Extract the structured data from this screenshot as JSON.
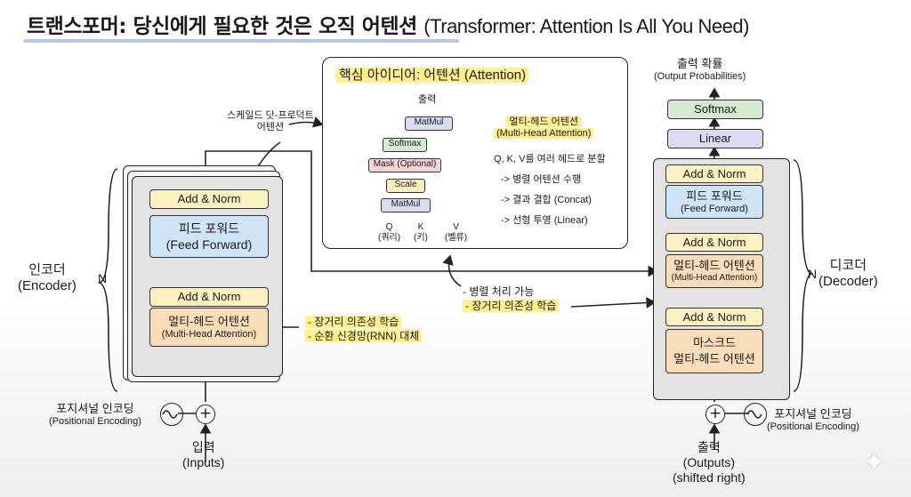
{
  "title": {
    "ko": "트랜스포머: 당신에게 필요한 것은 오직 어텐션",
    "en": "(Transformer: Attention Is All You Need)"
  },
  "encoder": {
    "label_ko": "인코더",
    "label_en": "(Encoder)",
    "n": "N",
    "add_norm_top": "Add & Norm",
    "ff_ko": "피드 포워드",
    "ff_en": "(Feed Forward)",
    "add_norm_bottom": "Add & Norm",
    "mha_ko": "멀티-헤드 어텐션",
    "mha_en": "(Multi-Head Attention)",
    "note1": "- 장거리 의존성 학습",
    "note2": "- 순환 신경망(RNN) 대체",
    "pe_ko": "포지셔널 인코딩",
    "pe_en": "(Positional Encoding)",
    "input_ko": "입력",
    "input_en": "(Inputs)"
  },
  "decoder": {
    "label_ko": "디코더",
    "label_en": "(Decoder)",
    "n": "N",
    "output_prob_ko": "출력 확률",
    "output_prob_en": "(Output Probabilities)",
    "softmax": "Softmax",
    "linear": "Linear",
    "add_norm_1": "Add & Norm",
    "ff_ko": "피드 포워드",
    "ff_en": "(Feed Forward)",
    "add_norm_2": "Add & Norm",
    "mha_ko": "멀티-헤드 어텐션",
    "mha_en": "(Multi-Head Attention)",
    "add_norm_3": "Add & Norm",
    "masked_1": "마스크드",
    "masked_2": "멀티-헤드 어텐션",
    "pe_ko": "포지셔널 인코딩",
    "pe_en": "(Positional Encoding)",
    "output_ko": "출력",
    "output_en": "(Outputs)",
    "output_shift": "(shifted right)"
  },
  "middle_notes": {
    "note1": "- 병렬 처리 가능",
    "note2": "- 장거리 의존성 학습"
  },
  "sdpa_label": {
    "line1": "스케일드 닷-프로덕트",
    "line2": "어텐션"
  },
  "inset": {
    "title": "핵심 아이디어: 어텐션 (Attention)",
    "output": "출력",
    "matmul_top": "MatMul",
    "softmax": "Softmax",
    "mask": "Mask (Optional)",
    "scale": "Scale",
    "matmul_bottom": "MatMul",
    "q": "Q",
    "q_ko": "(쿼리)",
    "k": "K",
    "k_ko": "(키)",
    "v": "V",
    "v_ko": "(벨류)",
    "mh_ko": "멀티-헤드 어텐션",
    "mh_en": "(Multi-Head Attention)",
    "bullets": [
      "Q, K, V를 여러 헤드로 분할",
      "-> 병렬 어텐션 수행",
      "-> 결과 결합 (Concat)",
      "-> 선형 투영 (Linear)"
    ]
  },
  "colors": {
    "yellow": "#fbf1c0",
    "blue": "#cfe4f6",
    "orange": "#f9dcb8",
    "green": "#d4ebd2",
    "lavender": "#dadcf2",
    "pink": "#f5d4d8",
    "highlight": "#fff08a"
  }
}
